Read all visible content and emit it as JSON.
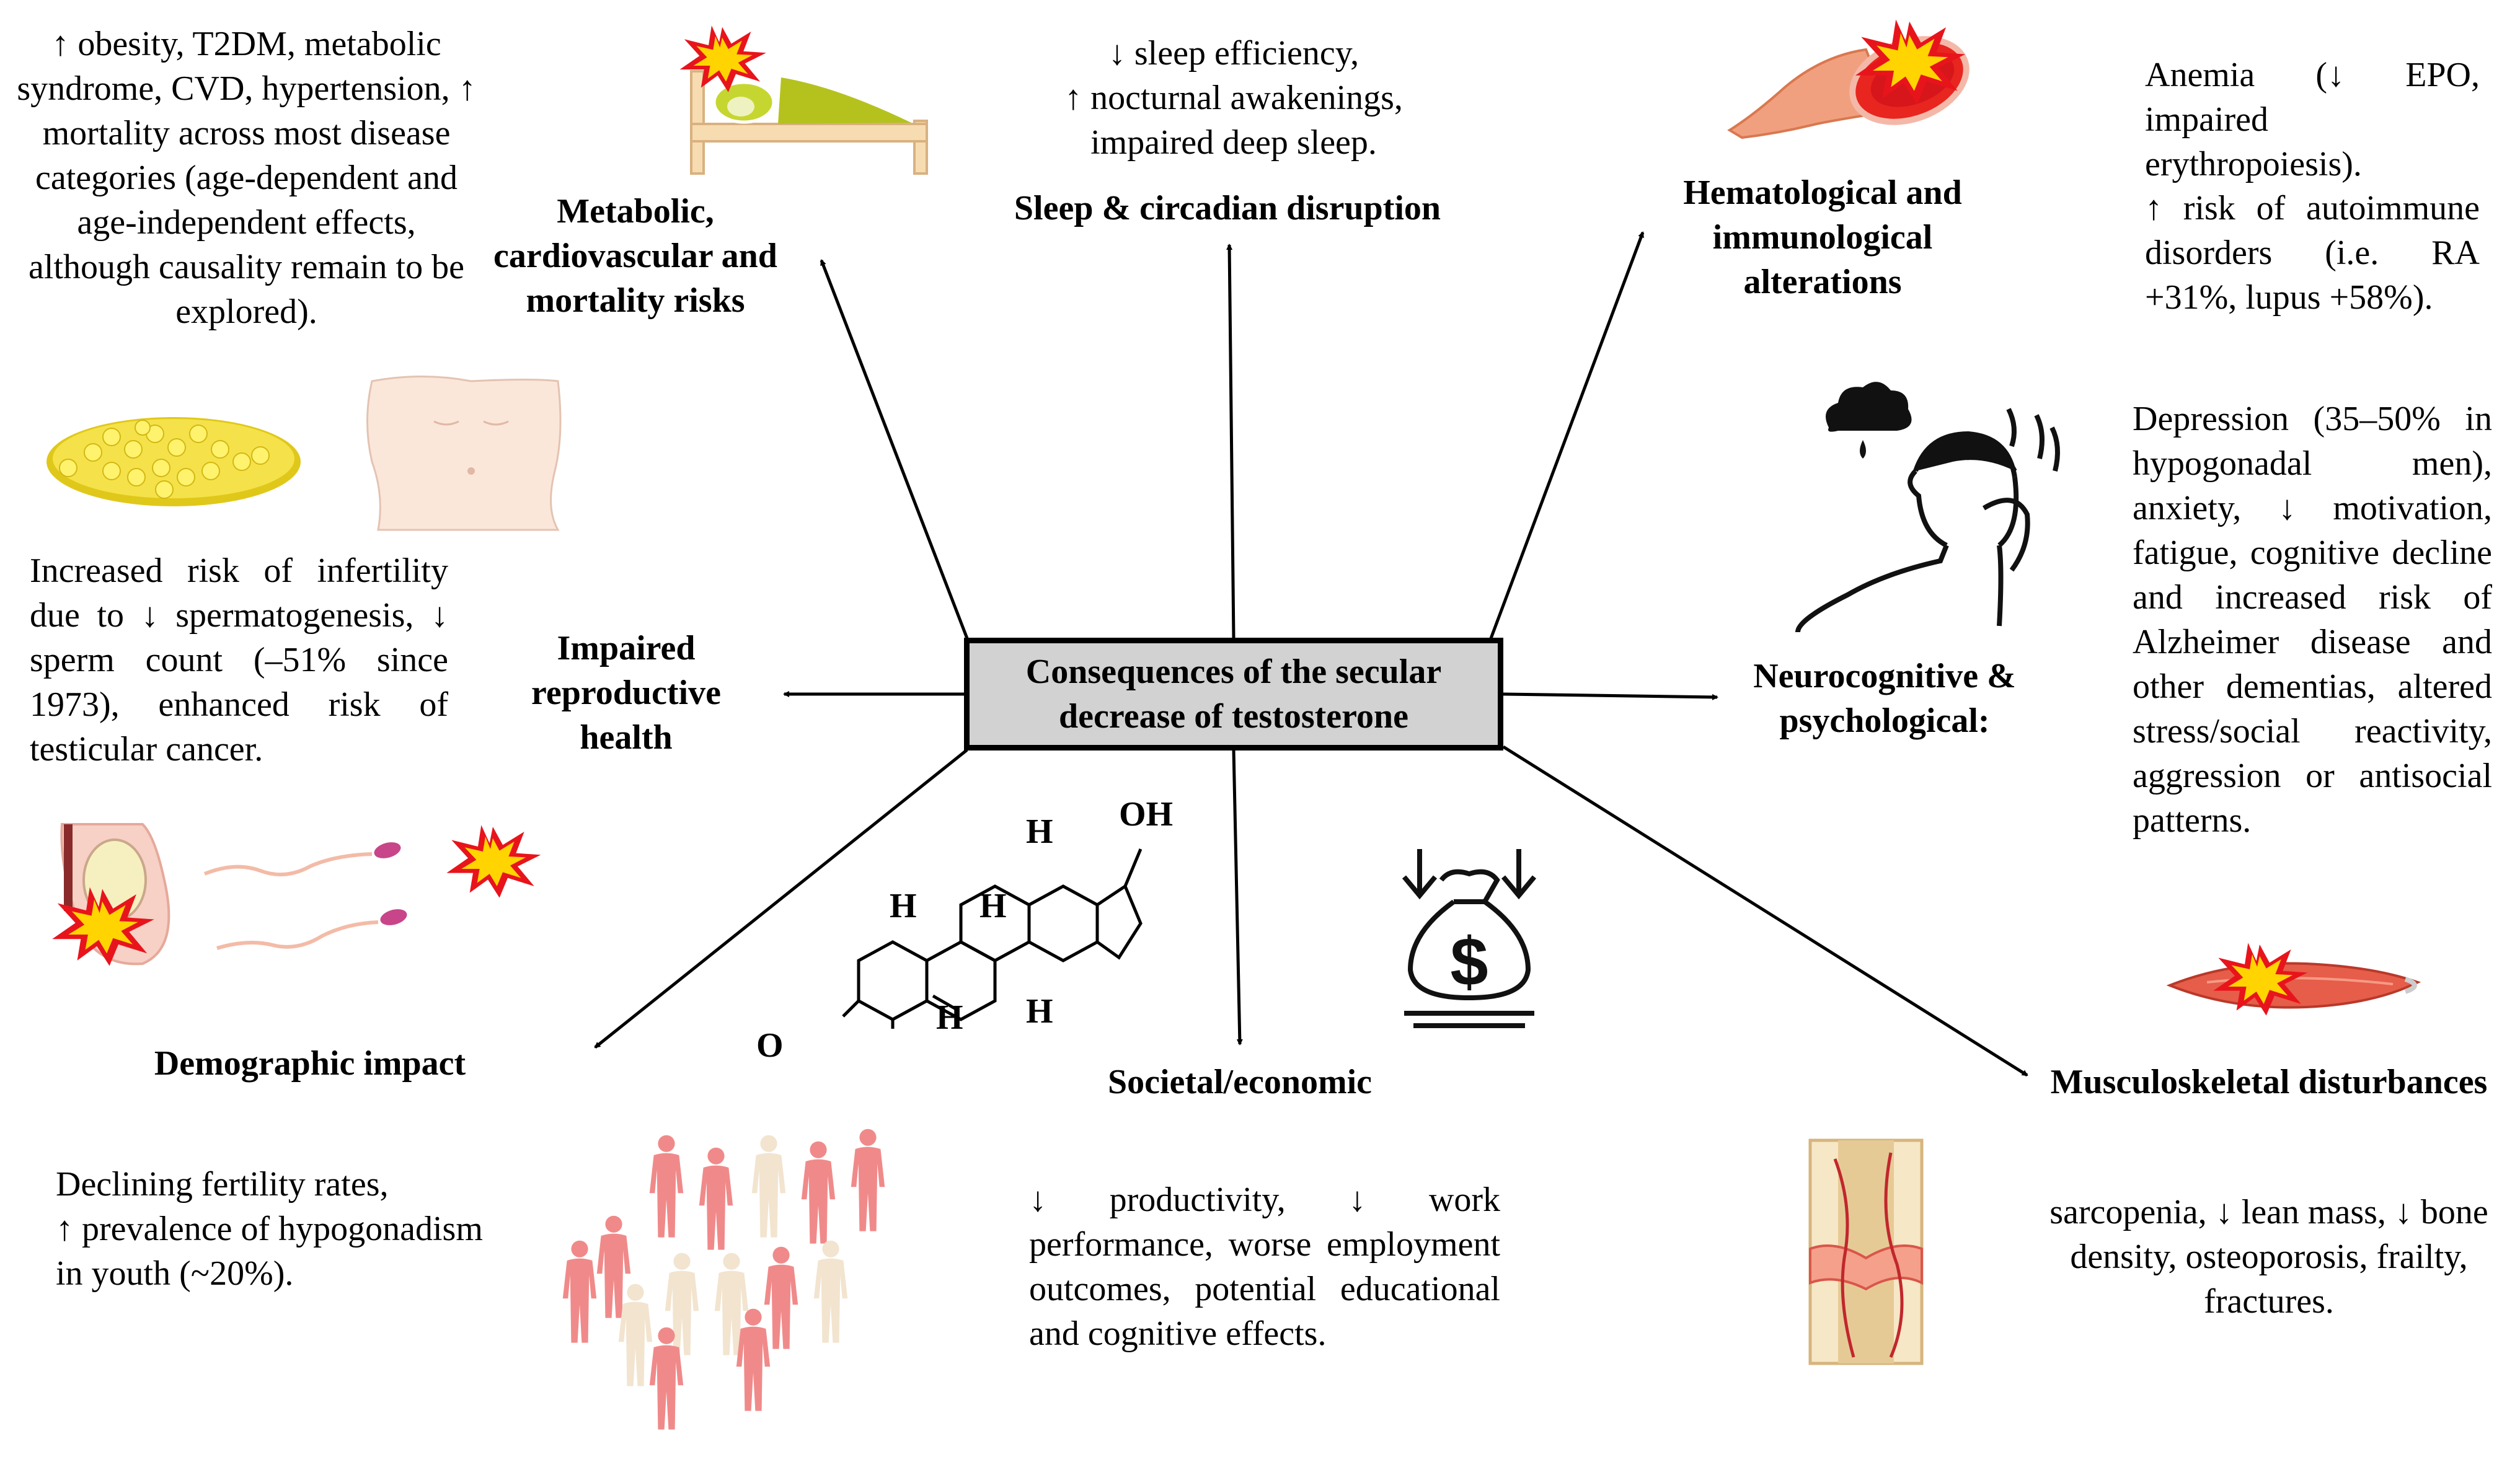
{
  "center_title": "Consequences of the secular\ndecrease of testosterone",
  "categories": {
    "metabolic": {
      "heading": "Metabolic,\ncardiovascular and\nmortality risks",
      "text": "↑ obesity, T2DM, metabolic syndrome, CVD, hypertension, ↑ mortality across most disease categories (age-dependent and age-independent effects, although causality remain to be explored)."
    },
    "sleep": {
      "heading": "Sleep & circadian disruption",
      "text": "↓ sleep efficiency,\n↑ nocturnal awakenings,\nimpaired deep sleep."
    },
    "hematological": {
      "heading": "Hematological and\nimmunological\nalterations",
      "text_line1": "Anemia (↓ EPO, impaired erythropoiesis).",
      "text_line2": "↑ risk of autoimmune disorders (i.e. RA +31%, lupus +58%)."
    },
    "reproductive": {
      "heading": "Impaired\nreproductive\nhealth",
      "text": "Increased risk of infertility due to ↓ spermatogenesis, ↓ sperm count (–51% since 1973), enhanced risk of testicular cancer."
    },
    "neurocognitive": {
      "heading": "Neurocognitive &\npsychological:",
      "text": "Depression (35–50% in hypogonadal men), anxiety, ↓ motivation, fatigue, cognitive decline and increased risk of Alzheimer disease and other dementias, altered stress/social reactivity, aggression or antisocial patterns."
    },
    "demographic": {
      "heading": "Demographic impact",
      "text": "Declining fertility rates,\n↑ prevalence of hypogonadism\nin youth (~20%)."
    },
    "societal": {
      "heading": "Societal/economic",
      "text": "↓ productivity, ↓ work performance, worse employment outcomes, potential educational and cognitive effects."
    },
    "musculoskeletal": {
      "heading": "Musculoskeletal disturbances",
      "text": "sarcopenia, ↓ lean mass, ↓ bone density, osteoporosis, frailty, fractures."
    }
  },
  "steroid_labels": {
    "oh": "OH",
    "o": "O",
    "h": "H"
  },
  "money_symbol": "$",
  "icons": [
    "explosion-icon",
    "bed-icon",
    "blood-vessel-icon",
    "fat-tissue-icon",
    "abdomen-icon",
    "depressed-man-icon",
    "rain-cloud-icon",
    "testis-icon",
    "sperm-icon",
    "money-bag-icon",
    "muscle-icon",
    "bone-fracture-icon",
    "population-icon",
    "testosterone-molecule-icon"
  ],
  "colors": {
    "center_box_fill": "#d2d2d2",
    "burst_outer": "#e8141c",
    "burst_inner": "#ffd400",
    "people_pink": "#f08a8a",
    "people_beige": "#f2e4cf",
    "fat_yellow": "#f5e24a",
    "bed_green": "#b5c21e"
  }
}
